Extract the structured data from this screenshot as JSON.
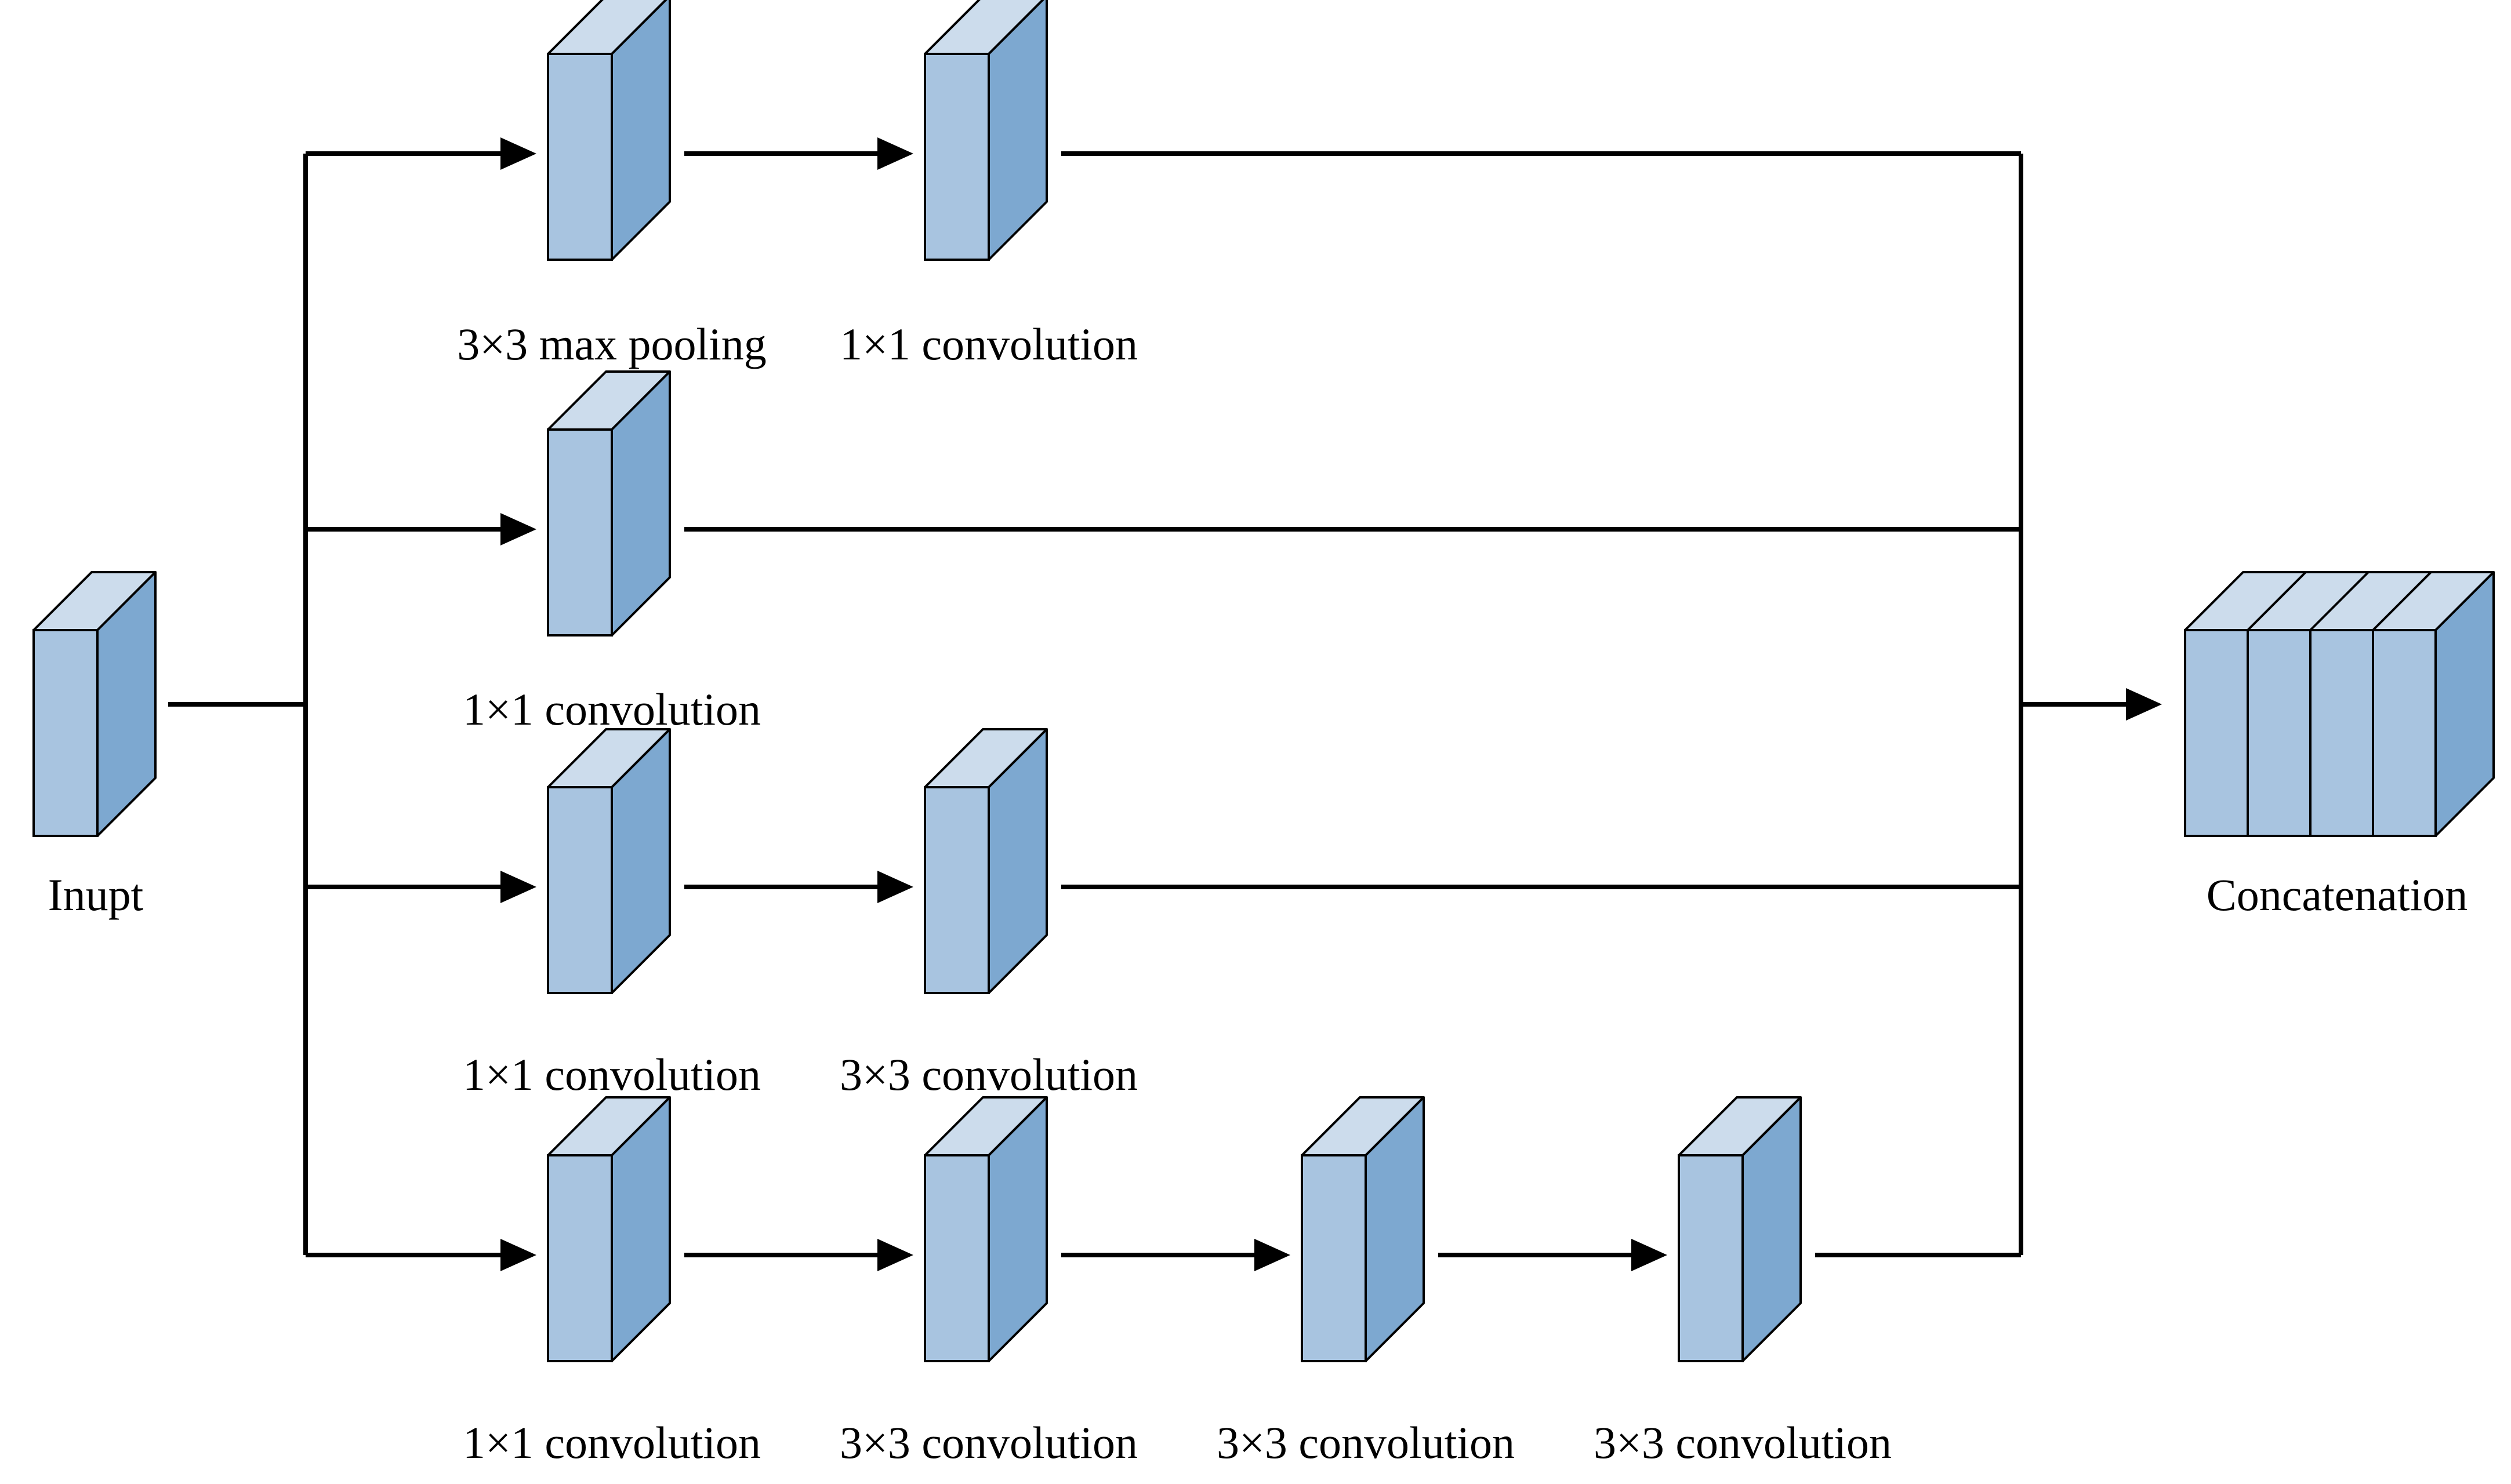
{
  "colors": {
    "face_front": "#a8c4e0",
    "face_side": "#7da8d0",
    "face_top": "#ccdcec",
    "stroke": "#000000",
    "background": "#ffffff"
  },
  "input": {
    "label": "Inupt"
  },
  "output": {
    "label": "Concatenation"
  },
  "branches": [
    {
      "name": "branch-pool",
      "blocks": [
        {
          "label": "3×3 max pooling"
        },
        {
          "label": "1×1 convolution"
        }
      ]
    },
    {
      "name": "branch-1x1",
      "blocks": [
        {
          "label": "1×1 convolution"
        }
      ]
    },
    {
      "name": "branch-3x3",
      "blocks": [
        {
          "label": "1×1 convolution"
        },
        {
          "label": "3×3 convolution"
        }
      ]
    },
    {
      "name": "branch-double-3x3",
      "blocks": [
        {
          "label": "1×1 convolution"
        },
        {
          "label": "3×3 convolution"
        },
        {
          "label": "3×3 convolution"
        },
        {
          "label": "3×3 convolution"
        }
      ]
    }
  ]
}
